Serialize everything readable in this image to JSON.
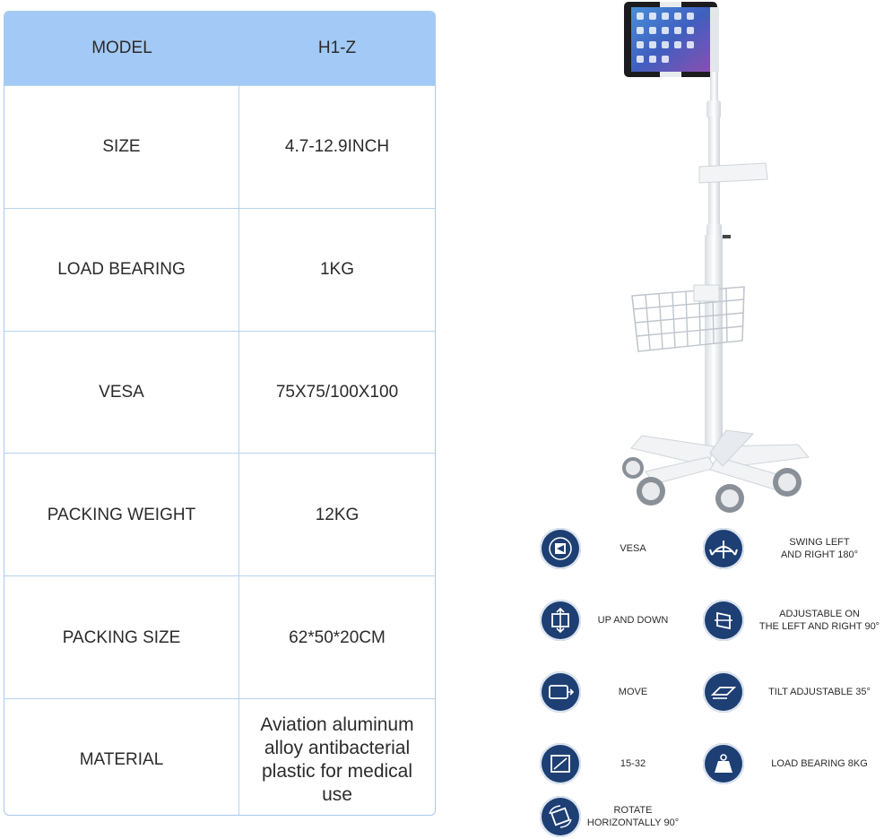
{
  "spec_table": {
    "header": {
      "label": "MODEL",
      "value": "H1-Z"
    },
    "rows": [
      {
        "label": "SIZE",
        "value": "4.7-12.9INCH"
      },
      {
        "label": "LOAD BEARING",
        "value": "1KG"
      },
      {
        "label": "VESA",
        "value": "75X75/100X100"
      },
      {
        "label": "PACKING WEIGHT",
        "value": "12KG"
      },
      {
        "label": "PACKING SIZE",
        "value": "62*50*20CM"
      },
      {
        "label": "MATERIAL",
        "value_lines": [
          "Aviation aluminum",
          "alloy antibacterial",
          "plastic for medical use"
        ]
      }
    ]
  },
  "features": [
    {
      "icon": "vesa-icon",
      "lines": [
        "VESA"
      ]
    },
    {
      "icon": "swing-icon",
      "lines": [
        "SWING LEFT",
        "AND RIGHT 180°"
      ]
    },
    {
      "icon": "up-down-icon",
      "lines": [
        "UP AND DOWN"
      ]
    },
    {
      "icon": "rotate-lr-icon",
      "lines": [
        "ADJUSTABLE ON",
        "THE LEFT AND RIGHT 90°"
      ]
    },
    {
      "icon": "move-icon",
      "lines": [
        "MOVE"
      ]
    },
    {
      "icon": "tilt-icon",
      "lines": [
        "TILT ADJUSTABLE 35°"
      ]
    },
    {
      "icon": "screen-size-icon",
      "lines": [
        "15-32"
      ]
    },
    {
      "icon": "weight-icon",
      "lines": [
        "LOAD BEARING 8KG"
      ]
    },
    {
      "icon": "rotate-horizontal-icon",
      "lines": [
        "ROTATE",
        "HORIZONTALLY 90°"
      ]
    }
  ],
  "colors": {
    "header_bg": "#a3c9f6",
    "border": "#b6d2ef",
    "icon_bg": "#1d3f73",
    "text": "#2b2b2b"
  }
}
